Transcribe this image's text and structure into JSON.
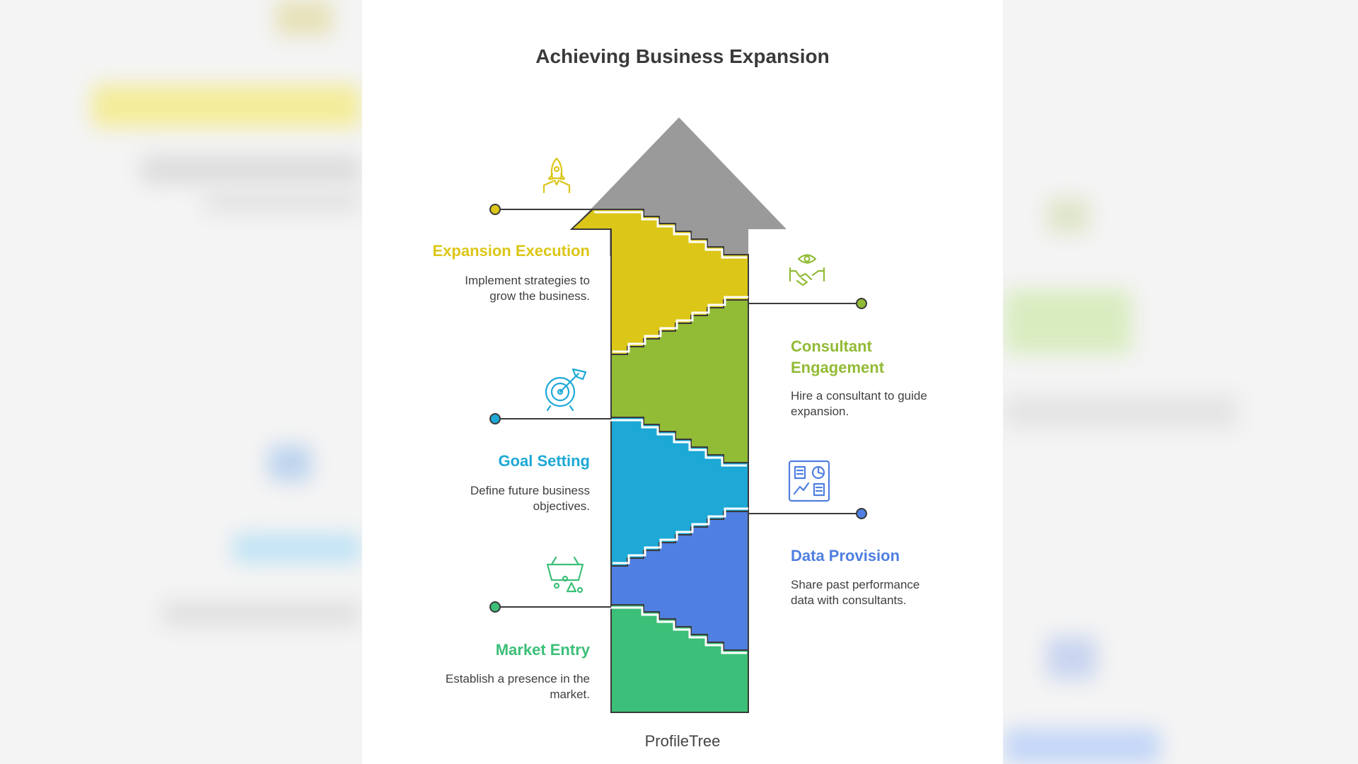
{
  "title": "Achieving Business Expansion",
  "footer": "ProfileTree",
  "colors": {
    "arrow_head": "#9a9a9a",
    "outline": "#3a3a3a"
  },
  "steps": [
    {
      "id": "expansion-execution",
      "title": "Expansion Execution",
      "description": [
        "Implement strategies to",
        "grow the business."
      ],
      "color": "#dcc617",
      "icon": "rocket-launch-icon",
      "side": "left"
    },
    {
      "id": "consultant-engagement",
      "title": [
        "Consultant",
        "Engagement"
      ],
      "description": [
        "Hire a consultant to guide",
        "expansion."
      ],
      "color": "#92bb36",
      "icon": "handshake-eye-icon",
      "side": "right"
    },
    {
      "id": "goal-setting",
      "title": "Goal Setting",
      "description": [
        "Define future business",
        "objectives."
      ],
      "color": "#1da8d6",
      "icon": "target-arrow-icon",
      "side": "left"
    },
    {
      "id": "data-provision",
      "title": "Data Provision",
      "description": [
        "Share past performance",
        "data with consultants."
      ],
      "color": "#4f7fe0",
      "icon": "dashboard-chart-icon",
      "side": "right"
    },
    {
      "id": "market-entry",
      "title": "Market Entry",
      "description": [
        "Establish a presence in the",
        "market."
      ],
      "color": "#3cbf78",
      "icon": "basket-icon",
      "side": "left"
    }
  ]
}
